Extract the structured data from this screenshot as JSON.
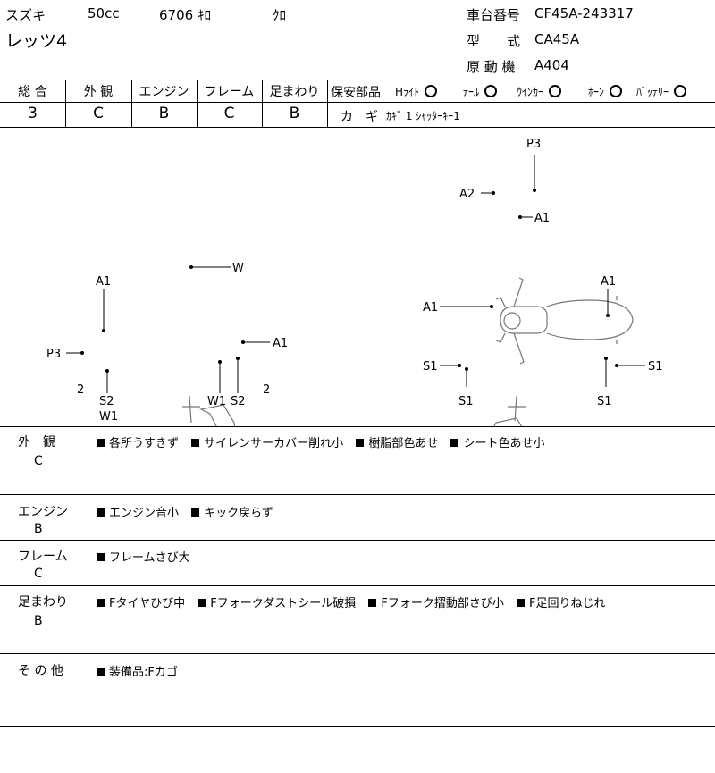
{
  "header": {
    "maker": "スズキ",
    "displacement": "50cc",
    "mileage": "6706 ｷﾛ",
    "color": "ｸﾛ",
    "model_name": "レッツ4",
    "frame_no_label": "車台番号",
    "frame_no": "CF45A-243317",
    "type_label": "型　　式",
    "type": "CA45A",
    "engine_label": "原 動 機",
    "engine": "A404"
  },
  "grades": {
    "headers": [
      "総 合",
      "外 観",
      "エンジン",
      "フレーム",
      "足まわり"
    ],
    "values": [
      "3",
      "C",
      "B",
      "C",
      "B"
    ]
  },
  "safety": {
    "label": "保安部品",
    "items": [
      "Hﾗｲﾄ",
      "ﾃｰﾙ",
      "ｳｲﾝｶｰ",
      "ﾎｰﾝ",
      "ﾊﾞｯﾃﾘｰ"
    ],
    "key_label": "カ　ギ",
    "key_value": "ｶｷﾞ 1 ｼｬｯﾀｰｷｰ1"
  },
  "diagram_labels": {
    "top": [
      "P3",
      "A2",
      "A1"
    ],
    "left": [
      "W",
      "A1",
      "A1",
      "P3",
      "2",
      "S2",
      "W1",
      "W1",
      "S2",
      "2"
    ],
    "right": [
      "A1",
      "A1",
      "S1",
      "S1",
      "S1",
      "S1"
    ]
  },
  "notes": [
    {
      "label": "外　観",
      "grade": "C",
      "items": [
        "各所うすきず",
        "サイレンサーカバー削れ小",
        "樹脂部色あせ",
        "シート色あせ小"
      ]
    },
    {
      "label": "エンジン",
      "grade": "B",
      "items": [
        "エンジン音小",
        "キック戻らず"
      ]
    },
    {
      "label": "フレーム",
      "grade": "C",
      "items": [
        "フレームさび大"
      ]
    },
    {
      "label": "足まわり",
      "grade": "B",
      "items": [
        "Fタイヤひび中",
        "Fフォークダストシール破損",
        "Fフォーク摺動部さび小",
        "F足回りねじれ"
      ]
    },
    {
      "label": "そ の 他",
      "grade": "",
      "items": [
        "装備品:Fカゴ"
      ]
    }
  ]
}
